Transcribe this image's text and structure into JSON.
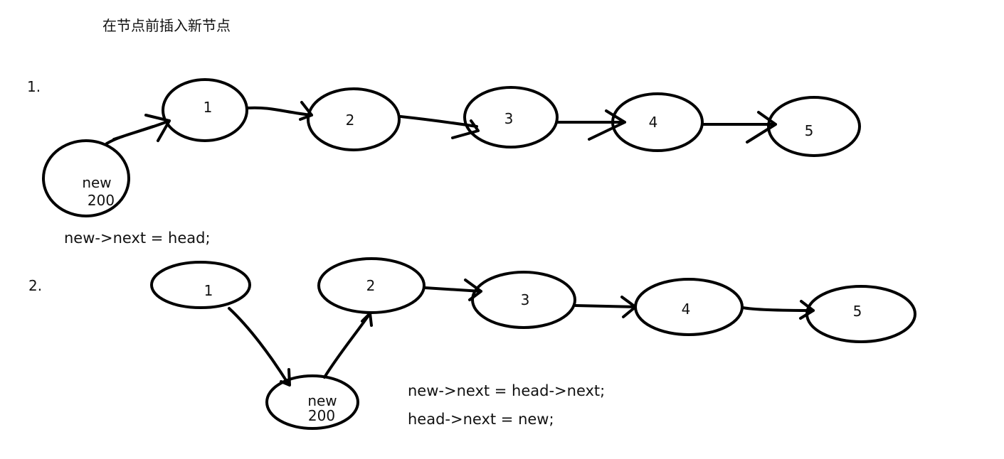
{
  "title": "在节点前插入新节点",
  "stroke_color": "#000000",
  "steps": [
    {
      "label": "1.",
      "list_nodes": [
        "1",
        "2",
        "3",
        "4",
        "5"
      ],
      "new_node": {
        "name": "new",
        "value": "200"
      },
      "links": [
        [
          "new",
          "1"
        ],
        [
          "1",
          "2"
        ],
        [
          "2",
          "3"
        ],
        [
          "3",
          "4"
        ],
        [
          "4",
          "5"
        ]
      ],
      "code": [
        "new->next = head;"
      ]
    },
    {
      "label": "2.",
      "list_nodes": [
        "1",
        "2",
        "3",
        "4",
        "5"
      ],
      "new_node": {
        "name": "new",
        "value": "200"
      },
      "links": [
        [
          "1",
          "new"
        ],
        [
          "new",
          "2"
        ],
        [
          "2",
          "3"
        ],
        [
          "3",
          "4"
        ],
        [
          "4",
          "5"
        ]
      ],
      "code": [
        "new->next = head->next;",
        "head->next = new;"
      ]
    }
  ]
}
